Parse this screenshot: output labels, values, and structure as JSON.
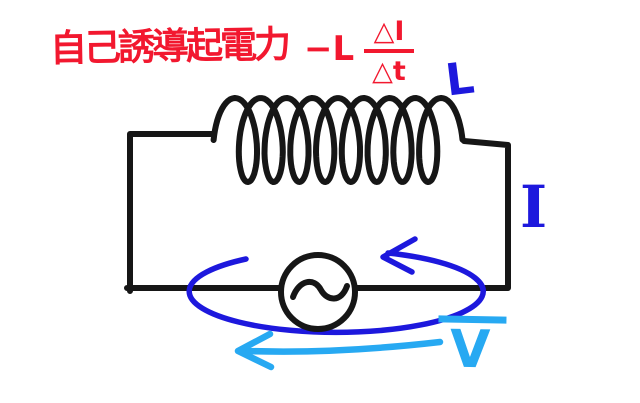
{
  "formula": {
    "title": "自己誘導起電力",
    "operator": "−L",
    "fraction": {
      "numerator": "△I",
      "denominator": "△t"
    }
  },
  "labels": {
    "inductance": "L",
    "current": "I",
    "voltage": "V"
  },
  "components": {
    "ac_source_symbol": "~",
    "coil_loop_count": 9
  },
  "colors": {
    "formula_red": "#f2182f",
    "annotation_blue": "#1d18dd",
    "voltage_cyan": "#27a9f2",
    "circuit_black": "#161616"
  }
}
